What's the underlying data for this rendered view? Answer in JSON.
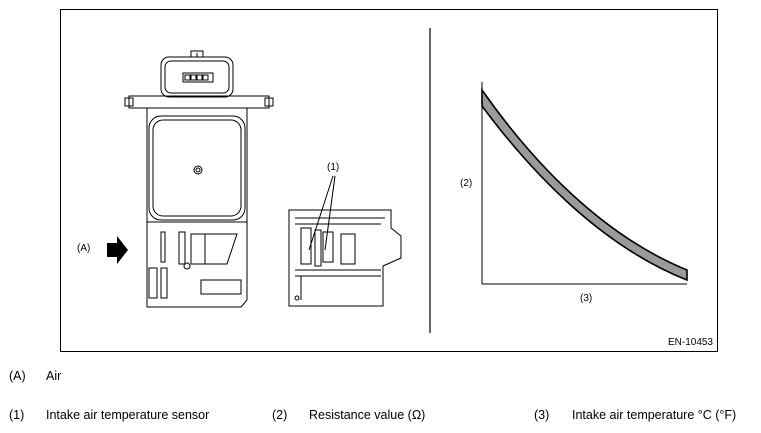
{
  "figure": {
    "code": "EN-10453",
    "callout_a": "(A)",
    "callout_1": "(1)",
    "callout_2": "(2)",
    "callout_3": "(3)"
  },
  "legend": {
    "a": {
      "key": "(A)",
      "text": "Air"
    },
    "items": [
      {
        "key": "(1)",
        "text": "Intake air temperature sensor"
      },
      {
        "key": "(2)",
        "text": "Resistance value (Ω)"
      },
      {
        "key": "(3)",
        "text": "Intake air temperature °C (°F)"
      }
    ]
  },
  "colors": {
    "line": "#000000",
    "band": "#9a9a9a",
    "arrow": "#000000"
  }
}
